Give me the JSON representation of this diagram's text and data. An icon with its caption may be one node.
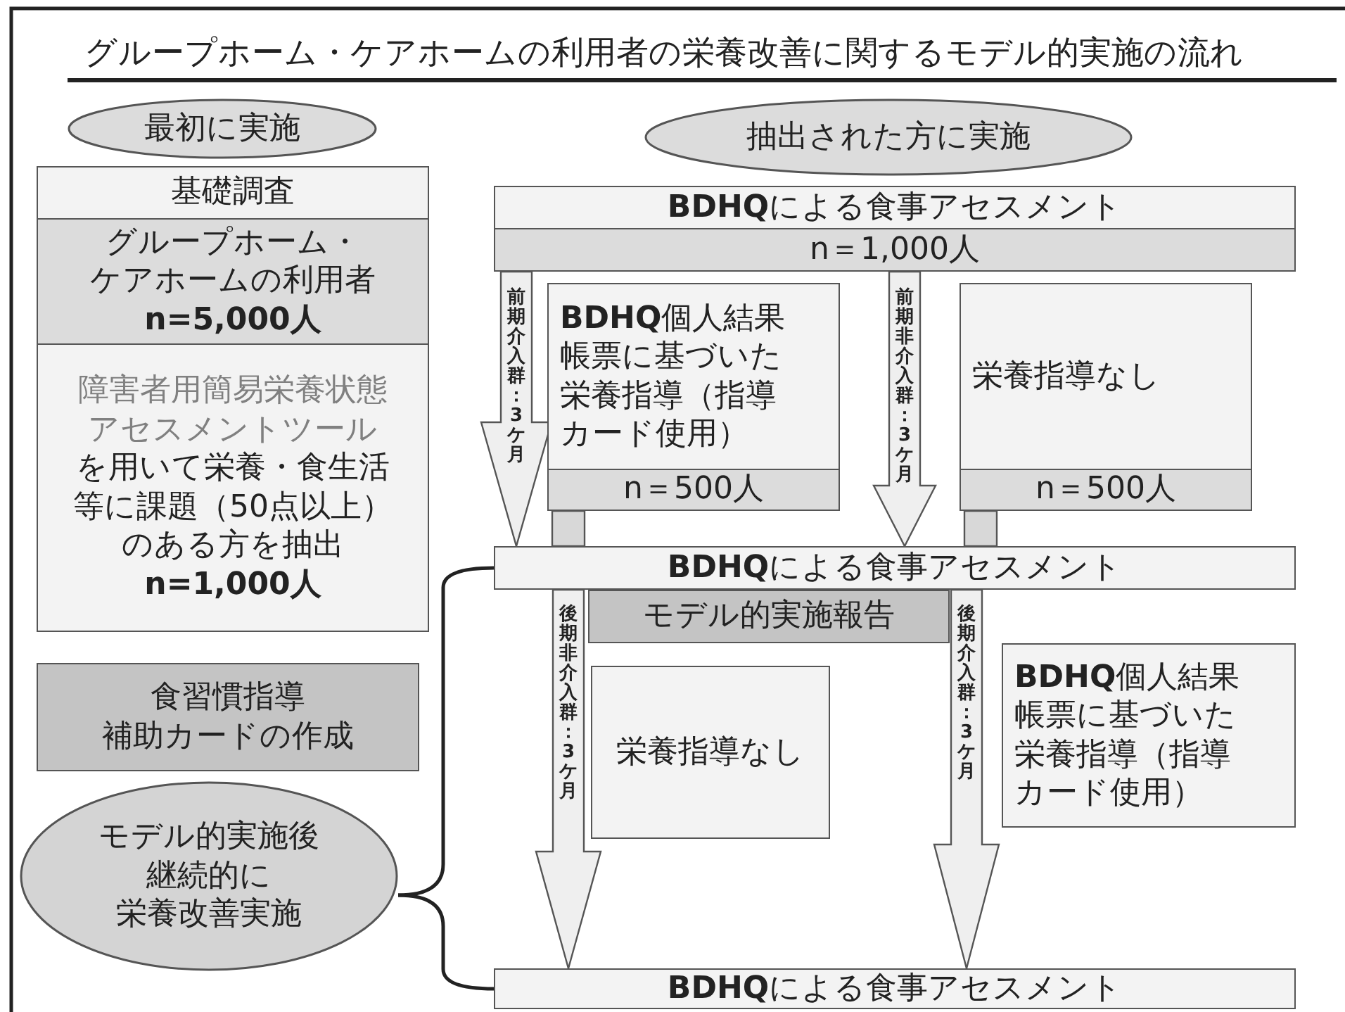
{
  "diagram": {
    "title": "グループホーム・ケアホームの利用者の栄養改善に関するモデル的実施の流れ",
    "nodes": [
      {
        "text": [
          "最初に実施"
        ]
      },
      {
        "text": [
          "抽出された方に実施"
        ]
      },
      {
        "text": [
          "基礎調査"
        ]
      },
      {
        "text": [
          "グループホーム・ケアホームの利用者",
          "n=5,000人"
        ]
      },
      {
        "text": [
          "障害者用簡易栄養状態アセスメントツール",
          "を用いて栄養・食生活等に課題（50点以上）のある方を抽出",
          "n=1,000人"
        ]
      },
      {
        "text": [
          "食習慣指導補助カードの作成"
        ]
      },
      {
        "text": [
          "モデル的実施後継続的に栄養改善実施"
        ]
      },
      {
        "text": [
          "**BDHQ**による食事アセスメント"
        ]
      },
      {
        "text": [
          "n＝1,000人"
        ]
      },
      {
        "text": [
          "**BDHQ**個人結果帳票に基づいた栄養指導（指導カード使用）"
        ]
      },
      {
        "text": [
          "n＝500人"
        ]
      },
      {
        "text": [
          "栄養指導なし"
        ]
      },
      {
        "text": [
          "n＝500人"
        ]
      },
      {
        "text": [
          "**BDHQ**による食事アセスメント"
        ]
      },
      {
        "text": [
          "モデル的実施報告"
        ]
      },
      {
        "text": [
          "栄養指導なし"
        ]
      },
      {
        "text": [
          "**BDHQ**個人結果帳票に基づいた栄養指導（指導カード使用）"
        ]
      },
      {
        "text": [
          "**BDHQ**による食事アセスメント"
        ]
      }
    ],
    "edges": [
      {
        "from": 8,
        "to": 13,
        "arrow": "to",
        "label": "前期介入群：3ケ月"
      },
      {
        "from": 8,
        "to": 13,
        "arrow": "to",
        "label": "前期非介入群：3ケ月"
      },
      {
        "from": 10,
        "to": 13,
        "arrow": "none"
      },
      {
        "from": 12,
        "to": 13,
        "arrow": "none"
      },
      {
        "from": 13,
        "to": 17,
        "arrow": "to",
        "label": "後期非介入群：3ケ月"
      },
      {
        "from": 13,
        "to": 17,
        "arrow": "to",
        "label": "後期介入群：3ケ月"
      },
      {
        "from": 6,
        "to": 13,
        "arrow": "none"
      },
      {
        "from": 6,
        "to": 17,
        "arrow": "none"
      }
    ]
  }
}
